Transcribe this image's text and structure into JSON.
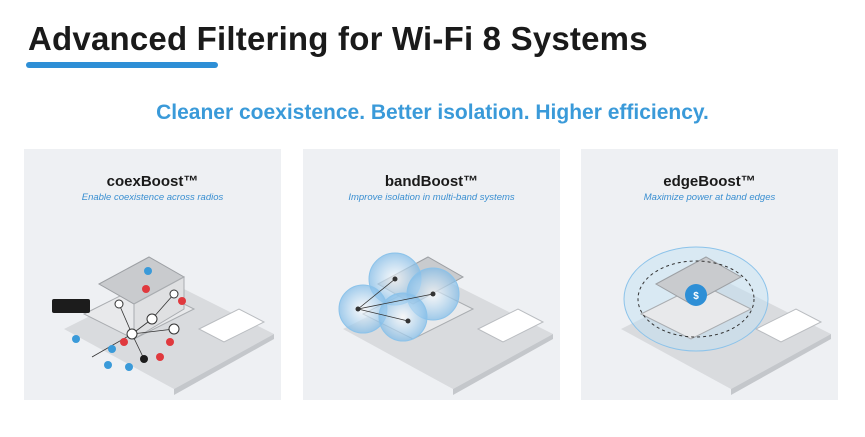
{
  "header": {
    "title": "Advanced Filtering for Wi-Fi 8 Systems",
    "accent_color": "#2e8fd6"
  },
  "tagline": "Cleaner coexistence. Better isolation. Higher efficiency.",
  "cards": [
    {
      "title": "coexBoost™",
      "subtitle": "Enable coexistence across radios",
      "icon": "house-coexistence-illustration"
    },
    {
      "title": "bandBoost™",
      "subtitle": "Improve isolation in multi-band systems",
      "icon": "house-bubbles-illustration"
    },
    {
      "title": "edgeBoost™",
      "subtitle": "Maximize power at band edges",
      "icon": "house-coverage-illustration"
    }
  ]
}
